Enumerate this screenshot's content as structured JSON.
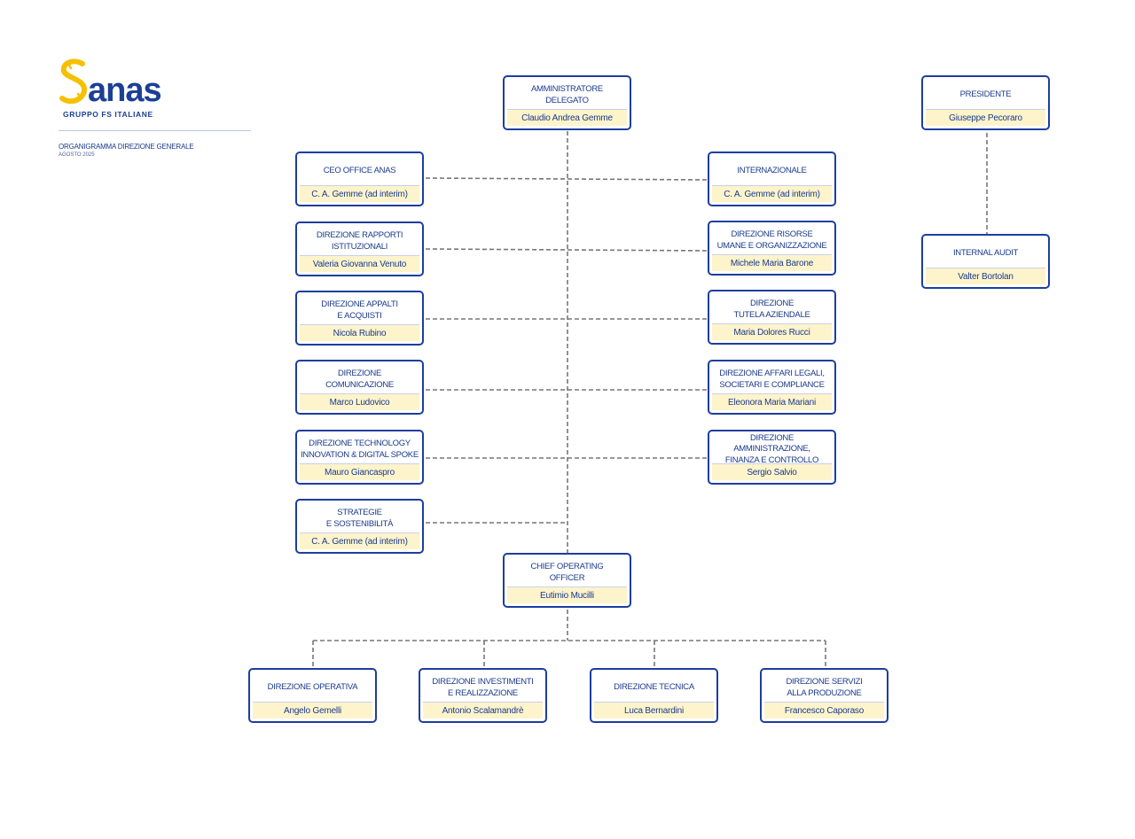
{
  "colors": {
    "primary": "#1d3e9e",
    "name_bg": "#fdf4cc",
    "line": "#777777",
    "logo_yellow": "#f5c000"
  },
  "header": {
    "brand": "anas",
    "group": "GRUPPO FS ITALIANE",
    "doc_title": "ORGANIGRAMMA DIREZIONE GENERALE",
    "doc_date": "AGOSTO 2025"
  },
  "boxes": {
    "ad": {
      "title": "AMMINISTRATORE\nDELEGATO",
      "name": "Claudio Andrea Gemme"
    },
    "presidente": {
      "title": "PRESIDENTE",
      "name": "Giuseppe Pecoraro"
    },
    "internal_audit": {
      "title": "INTERNAL AUDIT",
      "name": "Valter Bortolan"
    },
    "ceo_office": {
      "title": "CEO OFFICE ANAS",
      "name": "C. A. Gemme (ad interim)"
    },
    "rapporti": {
      "title": "DIREZIONE RAPPORTI\nISTITUZIONALI",
      "name": "Valeria Giovanna Venuto"
    },
    "appalti": {
      "title": "DIREZIONE APPALTI\nE ACQUISTI",
      "name": "Nicola Rubino"
    },
    "comunicazione": {
      "title": "DIREZIONE\nCOMUNICAZIONE",
      "name": "Marco Ludovico"
    },
    "technology": {
      "title": "DIREZIONE TECHNOLOGY\nINNOVATION & DIGITAL SPOKE",
      "name": "Mauro Giancaspro"
    },
    "strategie": {
      "title": "STRATEGIE\nE SOSTENIBILITÀ",
      "name": "C. A. Gemme (ad interim)"
    },
    "internazionale": {
      "title": "INTERNAZIONALE",
      "name": "C. A. Gemme (ad interim)"
    },
    "risorse": {
      "title": "DIREZIONE RISORSE\nUMANE E ORGANIZZAZIONE",
      "name": "Michele Maria Barone"
    },
    "tutela": {
      "title": "DIREZIONE\nTUTELA AZIENDALE",
      "name": "Maria Dolores Rucci"
    },
    "legali": {
      "title": "DIREZIONE AFFARI LEGALI,\nSOCIETARI E COMPLIANCE",
      "name": "Eleonora Maria Mariani"
    },
    "amministrazione": {
      "title": "DIREZIONE AMMINISTRAZIONE,\nFINANZA E CONTROLLO",
      "name": "Sergio Salvio"
    },
    "coo": {
      "title": "CHIEF OPERATING\nOFFICER",
      "name": "Eutimio Mucilli"
    },
    "operativa": {
      "title": "DIREZIONE OPERATIVA",
      "name": "Angelo Gemelli"
    },
    "investimenti": {
      "title": "DIREZIONE INVESTIMENTI\nE REALIZZAZIONE",
      "name": "Antonio Scalamandrè"
    },
    "tecnica": {
      "title": "DIREZIONE TECNICA",
      "name": "Luca Bernardini"
    },
    "servizi": {
      "title": "DIREZIONE SERVIZI\nALLA PRODUZIONE",
      "name": "Francesco Caporaso"
    }
  }
}
